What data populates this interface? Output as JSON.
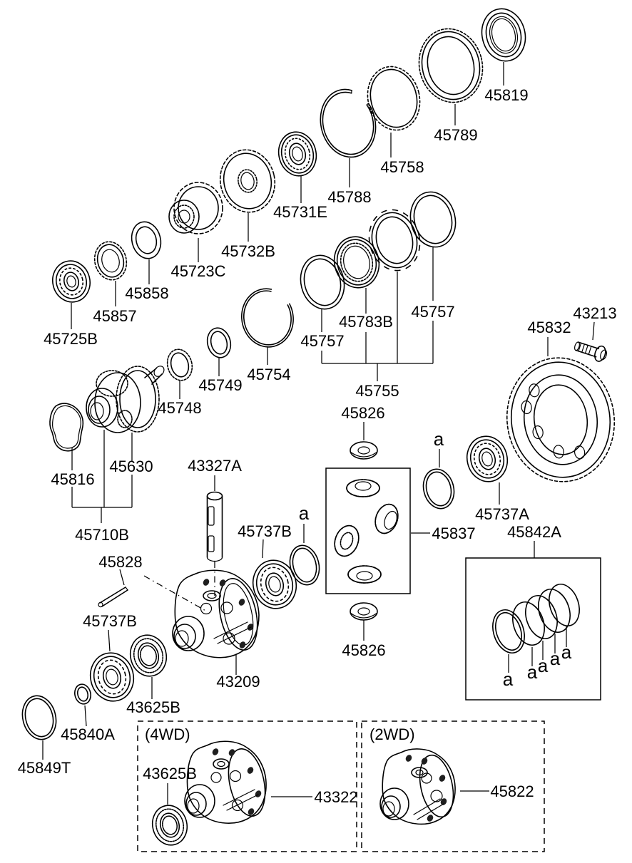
{
  "diagram": {
    "background_color": "#ffffff",
    "line_color": "#000000"
  },
  "labels": {
    "l45819": "45819",
    "l45789": "45789",
    "l45758": "45758",
    "l45788": "45788",
    "l45731E": "45731E",
    "l45732B": "45732B",
    "l45723C": "45723C",
    "l45858": "45858",
    "l45857": "45857",
    "l45725B": "45725B",
    "l45757_left": "45757",
    "l45783B": "45783B",
    "l45757_right": "45757",
    "l45755": "45755",
    "l45754": "45754",
    "l45749": "45749",
    "l45748": "45748",
    "l43213": "43213",
    "l45832": "45832",
    "l45737A": "45737A",
    "l45842A": "45842A",
    "l45816": "45816",
    "l45630": "45630",
    "l45710B": "45710B",
    "l43327A": "43327A",
    "l45737B_center": "45737B",
    "l45837": "45837",
    "l45826_top": "45826",
    "l45826_bottom": "45826",
    "a_center": "a",
    "a_right": "a",
    "a_spring": "a",
    "l45828": "45828",
    "l45737B_lower": "45737B",
    "l43625B_mid": "43625B",
    "l45840A": "45840A",
    "l45849T": "45849T",
    "l43209": "43209",
    "box_4wd": "(4WD)",
    "l43625B_4wd": "43625B",
    "l43322": "43322",
    "box_2wd": "(2WD)",
    "l45822": "45822"
  }
}
